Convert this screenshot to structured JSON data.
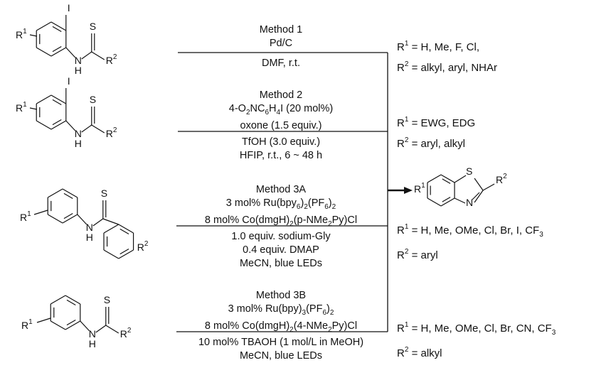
{
  "methods": [
    {
      "title": "Method 1",
      "above": [
        [
          "Pd/C"
        ]
      ],
      "below": [
        [
          "DMF, r.t."
        ]
      ]
    },
    {
      "title": "Method 2",
      "above": [
        [
          "4-O",
          {
            "sub": "2"
          },
          "NC",
          {
            "sub": "6"
          },
          "H",
          {
            "sub": "4"
          },
          "I (20 mol%)"
        ],
        [
          "oxone (1.5 equiv.)"
        ]
      ],
      "below": [
        [
          "TfOH (3.0 equiv.)"
        ],
        [
          "HFIP, r.t., 6 ~ 48 h"
        ]
      ]
    },
    {
      "title": "Method 3A",
      "above": [
        [
          "3 mol% Ru(bpy",
          {
            "sub": "6"
          },
          ")",
          {
            "sub": "2"
          },
          "(PF",
          {
            "sub": "6"
          },
          ")",
          {
            "sub": "2"
          }
        ],
        [
          "8 mol% Co(dmgH)",
          {
            "sub": "2"
          },
          "(p-NMe",
          {
            "sub": "2"
          },
          "Py)Cl"
        ]
      ],
      "below": [
        [
          "1.0 equiv. sodium-Gly"
        ],
        [
          "0.4 equiv. DMAP"
        ],
        [
          "MeCN, blue LEDs"
        ]
      ]
    },
    {
      "title": "Method 3B",
      "above": [
        [
          "3 mol% Ru(bpy)",
          {
            "sub": "3"
          },
          "(PF",
          {
            "sub": "6"
          },
          ")",
          {
            "sub": "2"
          }
        ],
        [
          "8 mol% Co(dmgH)",
          {
            "sub": "2"
          },
          "(4-NMe",
          {
            "sub": "2"
          },
          "Py)Cl"
        ]
      ],
      "below": [
        [
          "10 mol% TBAOH (1 mol/L in MeOH)"
        ],
        [
          "MeCN, blue LEDs"
        ]
      ]
    }
  ],
  "scopes": [
    [
      [
        "R",
        {
          "sup": "1"
        },
        " = H, Me, F, Cl,"
      ],
      [
        "R",
        {
          "sup": "2"
        },
        " = alkyl, aryl, NHAr"
      ]
    ],
    [
      [
        "R",
        {
          "sup": "1"
        },
        " = EWG, EDG"
      ],
      [
        "R",
        {
          "sup": "2"
        },
        " = aryl, alkyl"
      ]
    ],
    [
      [
        "R",
        {
          "sup": "1"
        },
        " = H, Me, OMe, Cl, Br, I, CF",
        {
          "sub": "3"
        }
      ],
      [
        "R",
        {
          "sup": "2"
        },
        " = aryl"
      ]
    ],
    [
      [
        "R",
        {
          "sup": "1"
        },
        " = H, Me, OMe, Cl, Br, CN, CF",
        {
          "sub": "3"
        }
      ],
      [
        "R",
        {
          "sup": "2"
        },
        " = alkyl"
      ]
    ]
  ],
  "atoms": {
    "iodine": "I",
    "sulfur": "S",
    "nitrogen": "N",
    "nh_n": "N",
    "nh_h": "H",
    "r": "R",
    "r1_sup": "1",
    "r2_sup": "2"
  }
}
